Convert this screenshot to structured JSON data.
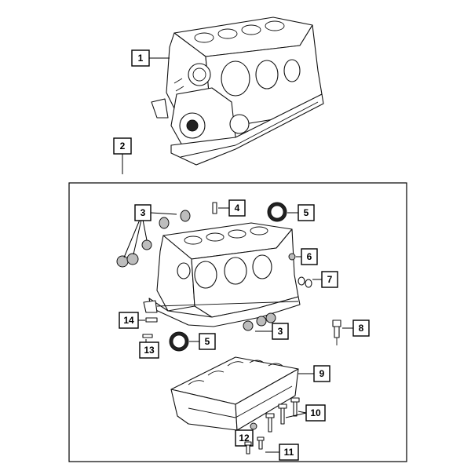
{
  "callouts": [
    {
      "id": "c1",
      "label": "1"
    },
    {
      "id": "c2",
      "label": "2"
    },
    {
      "id": "c3a",
      "label": "3"
    },
    {
      "id": "c4",
      "label": "4"
    },
    {
      "id": "c5a",
      "label": "5"
    },
    {
      "id": "c6",
      "label": "6"
    },
    {
      "id": "c7",
      "label": "7"
    },
    {
      "id": "c8",
      "label": "8"
    },
    {
      "id": "c3b",
      "label": "3"
    },
    {
      "id": "c14",
      "label": "14"
    },
    {
      "id": "c13",
      "label": "13"
    },
    {
      "id": "c5b",
      "label": "5"
    },
    {
      "id": "c9",
      "label": "9"
    },
    {
      "id": "c10",
      "label": "10"
    },
    {
      "id": "c12",
      "label": "12"
    },
    {
      "id": "c11",
      "label": "11"
    }
  ]
}
